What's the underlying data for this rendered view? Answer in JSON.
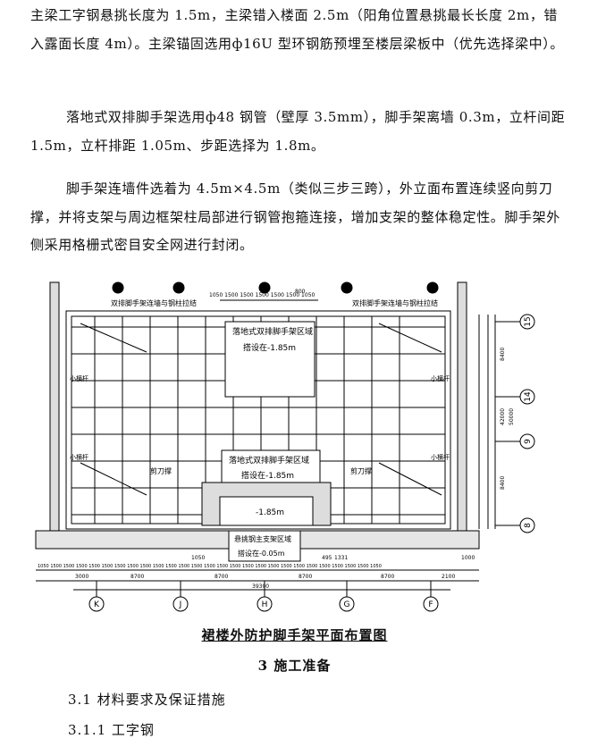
{
  "text": {
    "para1": "主梁工字钢悬挑长度为 1.5m，主梁错入楼面 2.5m（阳角位置悬挑最长长度 2m，错入露面长度 4m）。主梁锚固选用ф16U 型环钢筋预埋至楼层梁板中（优先选择梁中）。",
    "para2": "落地式双排脚手架选用ф48 钢管（壁厚 3.5mm），脚手架离墙 0.3m，立杆间距 1.5m，立杆排距 1.05m、步距选择为 1.8m。",
    "para3": "脚手架连墙件选着为 4.5m×4.5m（类似三步三跨），外立面布置连续竖向剪刀撑，并将支架与周边框架柱局部进行钢管抱箍连接，增加支架的整体稳定性。脚手架外侧采用格栅式密目安全网进行封闭。"
  },
  "drawing": {
    "label_ne": "双排脚手架连墙与钢柱拉结",
    "label_nw": "双排脚手架连墙与钢柱拉结",
    "box_top_title": "落地式双排脚手架区域",
    "box_top_elev": "搭设在-1.85m",
    "box_mid_title": "落地式双排脚手架区域",
    "box_mid_elev": "搭设在-1.85m",
    "box_low_elev": "-1.85m",
    "box_bottom_title": "悬挑钢主支架区域",
    "box_bottom_elev": "搭设在-0.05m",
    "small_rod_left": "小横杆",
    "small_rod_right": "小横杆",
    "small_rod_left2": "小横杆",
    "small_rod_right2": "小横杆",
    "scissor_left": "剪刀撑",
    "scissor_right": "剪刀撑",
    "top_dims": "1050 1500 1500 1500 1500 1500 1050",
    "top_dim_800": "800",
    "bottom_dims": "1050 1500 1500 1500 1500 1500 1500 1500 1500 1500 1500 1500 1500 1500 1500 1500 1500 1500 1500 1500 1500 1500 1500 1500 1500 1500 1050",
    "dim_3000": "3000",
    "dim_8700a": "8700",
    "dim_8700b": "8700",
    "dim_8700c": "8700",
    "dim_8700d": "8700",
    "dim_2100": "2100",
    "dim_total": "39300",
    "dim_1050": "1050",
    "dim_1000": "1000",
    "dim_495": "495",
    "dim_1331": "1331",
    "right_8400a": "8400",
    "right_42000": "42000",
    "right_50000": "50000",
    "right_8400b": "8400",
    "axes_bottom": [
      "K",
      "J",
      "H",
      "G",
      "F"
    ],
    "axes_right": [
      "15",
      "14",
      "9",
      "8"
    ]
  },
  "caption": "裙楼外防护脚手架平面布置图",
  "section": "3 施工准备",
  "sub1": "3.1 材料要求及保证措施",
  "sub2": "3.1.1 工字钢"
}
